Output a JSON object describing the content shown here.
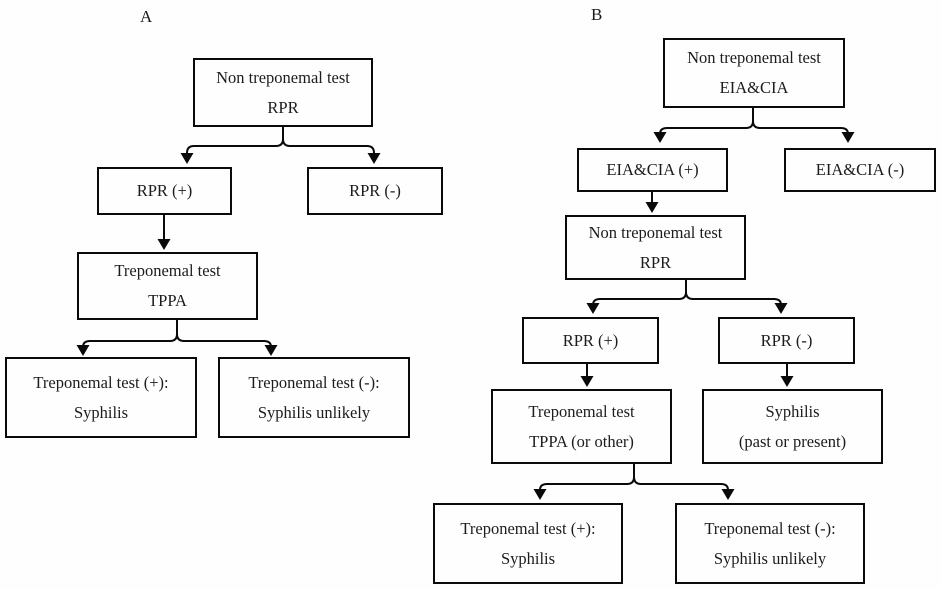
{
  "figure": {
    "description": "Two-panel syphilis testing algorithm flowchart",
    "colors": {
      "line": "#0a0a0a",
      "text": "#1c1c1c",
      "background": "#fefefe"
    }
  },
  "panels": {
    "a": {
      "label": "A",
      "nodes": {
        "root": {
          "line1": "Non treponemal test",
          "line2": "RPR"
        },
        "rpr_pos": {
          "line1": "RPR (+)"
        },
        "rpr_neg": {
          "line1": "RPR (-)"
        },
        "trep": {
          "line1": "Treponemal test",
          "line2": "TPPA"
        },
        "trep_pos": {
          "line1": "Treponemal test (+):",
          "line2": "Syphilis"
        },
        "trep_neg": {
          "line1": "Treponemal test (-):",
          "line2": "Syphilis unlikely"
        }
      }
    },
    "b": {
      "label": "B",
      "nodes": {
        "root": {
          "line1": "Non treponemal test",
          "line2": "EIA&CIA"
        },
        "eia_pos": {
          "line1": "EIA&CIA (+)"
        },
        "eia_neg": {
          "line1": "EIA&CIA (-)"
        },
        "rpr": {
          "line1": "Non treponemal test",
          "line2": "RPR"
        },
        "rpr_pos": {
          "line1": "RPR (+)"
        },
        "rpr_neg": {
          "line1": "RPR (-)"
        },
        "trep": {
          "line1": "Treponemal test",
          "line2": "TPPA (or other)"
        },
        "syphilis_past": {
          "line1": "Syphilis",
          "line2": "(past or present)"
        },
        "trep_pos": {
          "line1": "Treponemal test (+):",
          "line2": "Syphilis"
        },
        "trep_neg": {
          "line1": "Treponemal test (-):",
          "line2": "Syphilis unlikely"
        }
      }
    }
  }
}
